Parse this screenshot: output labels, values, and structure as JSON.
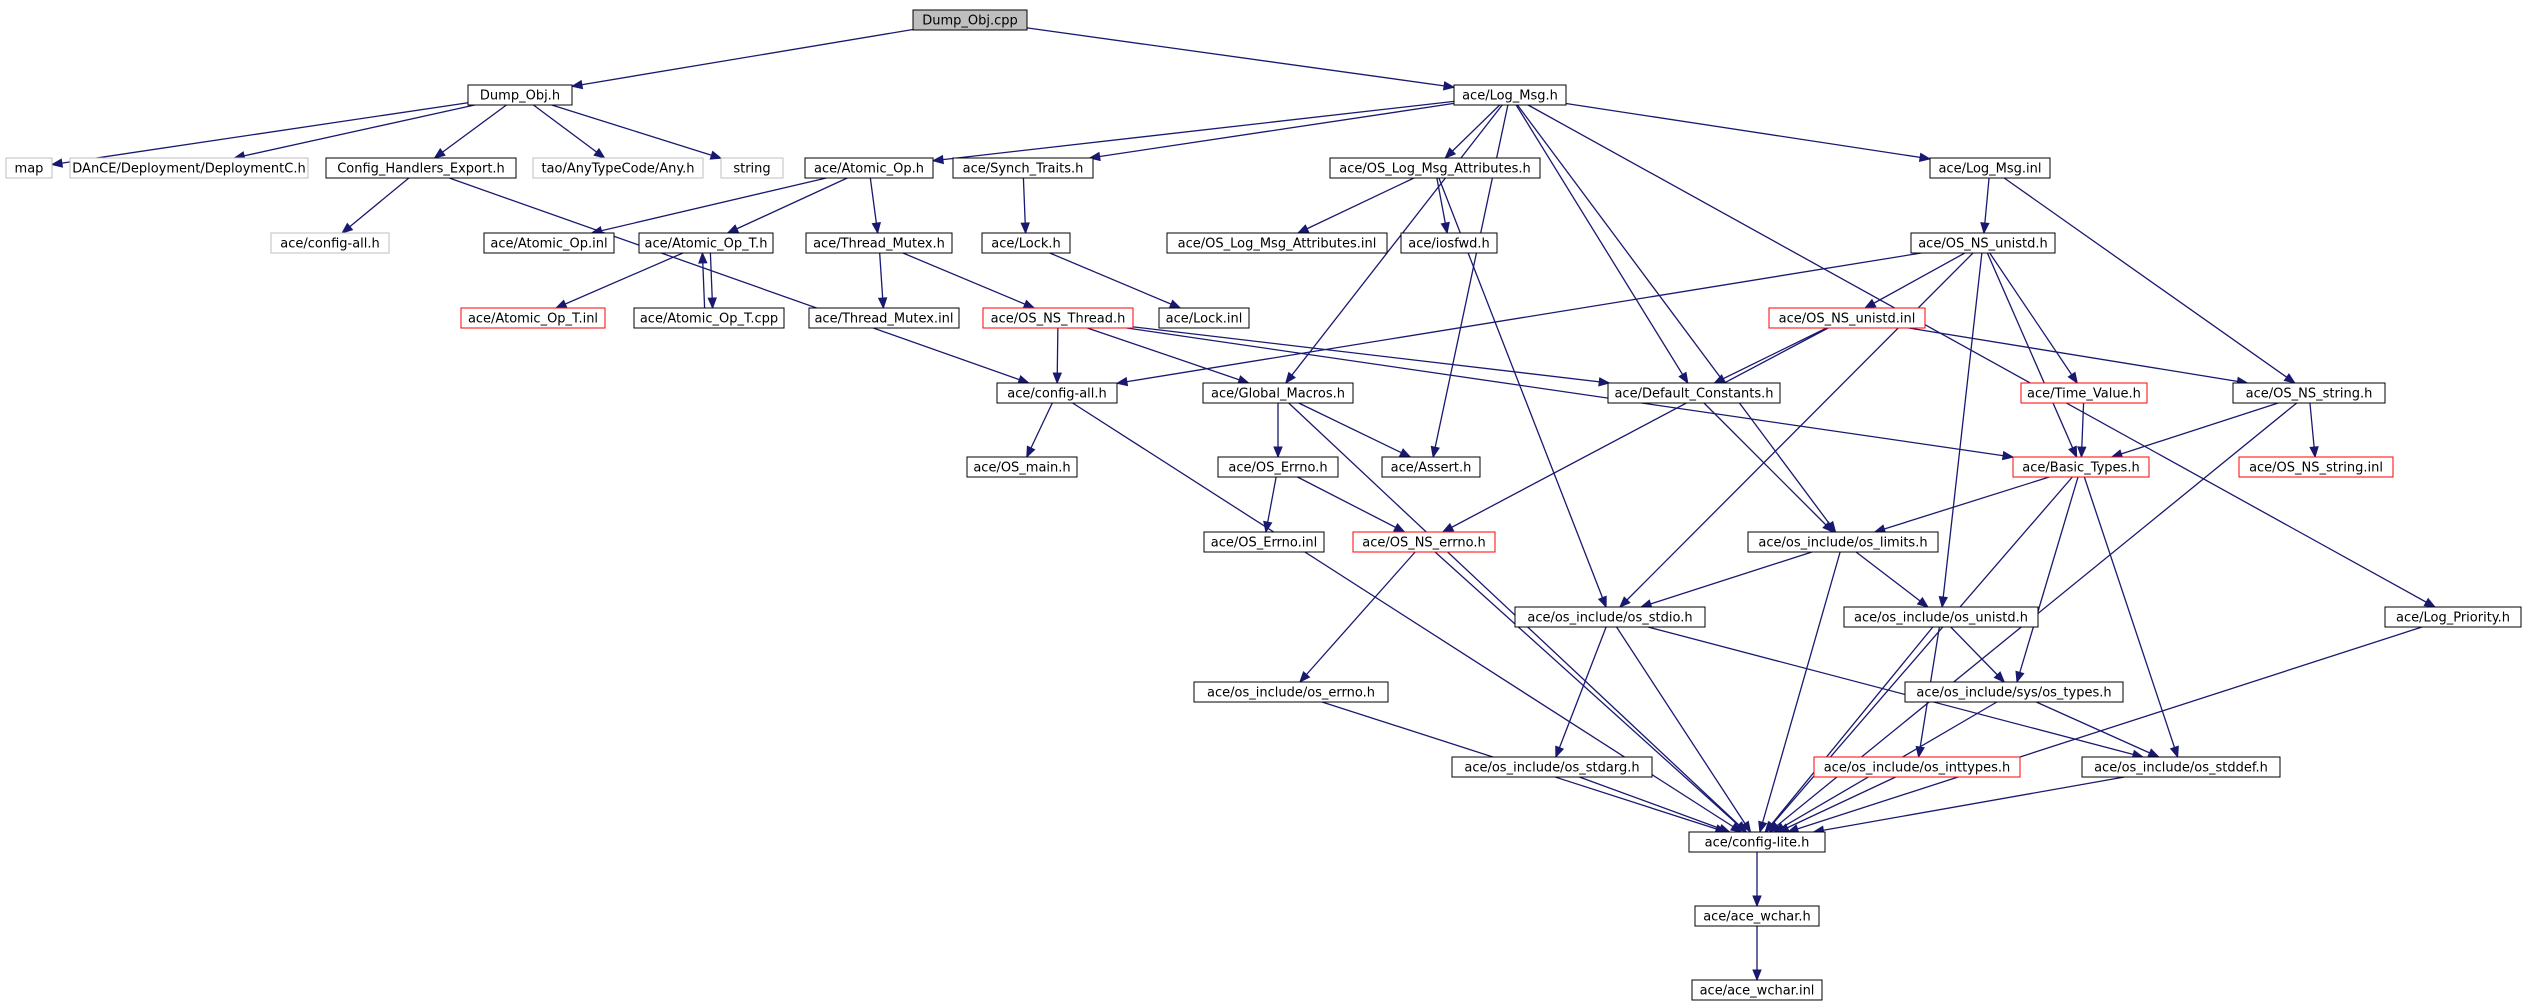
{
  "colors": {
    "edge": "#191970",
    "root_fill": "#bfbfbf",
    "normal_border": "#000000",
    "truncated_border": "#ff0000",
    "external_border": "#bfbfbf"
  },
  "nodes": [
    {
      "id": "dump_obj_cpp",
      "label": "Dump_Obj.cpp",
      "style": "root"
    },
    {
      "id": "dump_obj_h",
      "label": "Dump_Obj.h",
      "style": "normal"
    },
    {
      "id": "ace_log_msg_h",
      "label": "ace/Log_Msg.h",
      "style": "normal"
    },
    {
      "id": "map",
      "label": "map",
      "style": "external"
    },
    {
      "id": "dance_deploymentc_h",
      "label": "DAnCE/Deployment/DeploymentC.h",
      "style": "external"
    },
    {
      "id": "config_handlers_export_h",
      "label": "Config_Handlers_Export.h",
      "style": "normal"
    },
    {
      "id": "tao_anytypecode_any_h",
      "label": "tao/AnyTypeCode/Any.h",
      "style": "external"
    },
    {
      "id": "string",
      "label": "string",
      "style": "external"
    },
    {
      "id": "ace_atomic_op_h",
      "label": "ace/Atomic_Op.h",
      "style": "normal"
    },
    {
      "id": "ace_synch_traits_h",
      "label": "ace/Synch_Traits.h",
      "style": "normal"
    },
    {
      "id": "ace_os_log_msg_attributes_h",
      "label": "ace/OS_Log_Msg_Attributes.h",
      "style": "normal"
    },
    {
      "id": "ace_log_msg_inl",
      "label": "ace/Log_Msg.inl",
      "style": "normal"
    },
    {
      "id": "ace_config_all_h_ext",
      "label": "ace/config-all.h",
      "style": "external"
    },
    {
      "id": "ace_atomic_op_inl",
      "label": "ace/Atomic_Op.inl",
      "style": "normal"
    },
    {
      "id": "ace_atomic_op_t_h",
      "label": "ace/Atomic_Op_T.h",
      "style": "normal"
    },
    {
      "id": "ace_thread_mutex_h",
      "label": "ace/Thread_Mutex.h",
      "style": "normal"
    },
    {
      "id": "ace_lock_h",
      "label": "ace/Lock.h",
      "style": "normal"
    },
    {
      "id": "ace_os_log_msg_attributes_inl",
      "label": "ace/OS_Log_Msg_Attributes.inl",
      "style": "normal"
    },
    {
      "id": "ace_iosfwd_h",
      "label": "ace/iosfwd.h",
      "style": "normal"
    },
    {
      "id": "ace_os_ns_unistd_h",
      "label": "ace/OS_NS_unistd.h",
      "style": "normal"
    },
    {
      "id": "ace_atomic_op_t_inl",
      "label": "ace/Atomic_Op_T.inl",
      "style": "truncated"
    },
    {
      "id": "ace_atomic_op_t_cpp",
      "label": "ace/Atomic_Op_T.cpp",
      "style": "normal"
    },
    {
      "id": "ace_thread_mutex_inl",
      "label": "ace/Thread_Mutex.inl",
      "style": "normal"
    },
    {
      "id": "ace_os_ns_thread_h",
      "label": "ace/OS_NS_Thread.h",
      "style": "truncated"
    },
    {
      "id": "ace_lock_inl",
      "label": "ace/Lock.inl",
      "style": "normal"
    },
    {
      "id": "ace_os_ns_unistd_inl",
      "label": "ace/OS_NS_unistd.inl",
      "style": "truncated"
    },
    {
      "id": "ace_config_all_h",
      "label": "ace/config-all.h",
      "style": "normal"
    },
    {
      "id": "ace_global_macros_h",
      "label": "ace/Global_Macros.h",
      "style": "normal"
    },
    {
      "id": "ace_default_constants_h",
      "label": "ace/Default_Constants.h",
      "style": "normal"
    },
    {
      "id": "ace_time_value_h",
      "label": "ace/Time_Value.h",
      "style": "truncated"
    },
    {
      "id": "ace_os_ns_string_h",
      "label": "ace/OS_NS_string.h",
      "style": "normal"
    },
    {
      "id": "ace_os_main_h",
      "label": "ace/OS_main.h",
      "style": "normal"
    },
    {
      "id": "ace_os_errno_h",
      "label": "ace/OS_Errno.h",
      "style": "normal"
    },
    {
      "id": "ace_assert_h",
      "label": "ace/Assert.h",
      "style": "normal"
    },
    {
      "id": "ace_basic_types_h",
      "label": "ace/Basic_Types.h",
      "style": "truncated"
    },
    {
      "id": "ace_os_ns_string_inl",
      "label": "ace/OS_NS_string.inl",
      "style": "truncated"
    },
    {
      "id": "ace_os_errno_inl",
      "label": "ace/OS_Errno.inl",
      "style": "normal"
    },
    {
      "id": "ace_os_ns_errno_h",
      "label": "ace/OS_NS_errno.h",
      "style": "truncated"
    },
    {
      "id": "ace_os_include_os_limits_h",
      "label": "ace/os_include/os_limits.h",
      "style": "normal"
    },
    {
      "id": "ace_os_include_os_stdio_h",
      "label": "ace/os_include/os_stdio.h",
      "style": "normal"
    },
    {
      "id": "ace_os_include_os_unistd_h",
      "label": "ace/os_include/os_unistd.h",
      "style": "normal"
    },
    {
      "id": "ace_log_priority_h",
      "label": "ace/Log_Priority.h",
      "style": "normal"
    },
    {
      "id": "ace_os_include_os_errno_h",
      "label": "ace/os_include/os_errno.h",
      "style": "normal"
    },
    {
      "id": "ace_os_include_sys_os_types_h",
      "label": "ace/os_include/sys/os_types.h",
      "style": "normal"
    },
    {
      "id": "ace_os_include_os_stdarg_h",
      "label": "ace/os_include/os_stdarg.h",
      "style": "normal"
    },
    {
      "id": "ace_os_include_os_inttypes_h",
      "label": "ace/os_include/os_inttypes.h",
      "style": "truncated"
    },
    {
      "id": "ace_os_include_os_stddef_h",
      "label": "ace/os_include/os_stddef.h",
      "style": "normal"
    },
    {
      "id": "ace_config_lite_h",
      "label": "ace/config-lite.h",
      "style": "normal"
    },
    {
      "id": "ace_ace_wchar_h",
      "label": "ace/ace_wchar.h",
      "style": "normal"
    },
    {
      "id": "ace_ace_wchar_inl",
      "label": "ace/ace_wchar.inl",
      "style": "normal"
    }
  ],
  "edges": [
    [
      "dump_obj_cpp",
      "dump_obj_h"
    ],
    [
      "dump_obj_cpp",
      "ace_log_msg_h"
    ],
    [
      "dump_obj_h",
      "map"
    ],
    [
      "dump_obj_h",
      "dance_deploymentc_h"
    ],
    [
      "dump_obj_h",
      "config_handlers_export_h"
    ],
    [
      "dump_obj_h",
      "tao_anytypecode_any_h"
    ],
    [
      "dump_obj_h",
      "string"
    ],
    [
      "config_handlers_export_h",
      "ace_config_all_h_ext"
    ],
    [
      "config_handlers_export_h",
      "ace_config_all_h"
    ],
    [
      "ace_log_msg_h",
      "ace_atomic_op_h"
    ],
    [
      "ace_log_msg_h",
      "ace_synch_traits_h"
    ],
    [
      "ace_log_msg_h",
      "ace_os_log_msg_attributes_h"
    ],
    [
      "ace_log_msg_h",
      "ace_log_msg_inl"
    ],
    [
      "ace_log_msg_h",
      "ace_global_macros_h"
    ],
    [
      "ace_log_msg_h",
      "ace_assert_h"
    ],
    [
      "ace_log_msg_h",
      "ace_default_constants_h"
    ],
    [
      "ace_log_msg_h",
      "ace_os_include_os_limits_h"
    ],
    [
      "ace_log_msg_h",
      "ace_log_priority_h"
    ],
    [
      "ace_atomic_op_h",
      "ace_atomic_op_inl"
    ],
    [
      "ace_atomic_op_h",
      "ace_atomic_op_t_h"
    ],
    [
      "ace_atomic_op_h",
      "ace_thread_mutex_h"
    ],
    [
      "ace_atomic_op_t_h",
      "ace_atomic_op_t_inl"
    ],
    [
      "ace_atomic_op_t_h",
      "ace_atomic_op_t_cpp"
    ],
    [
      "ace_atomic_op_t_cpp",
      "ace_atomic_op_t_h"
    ],
    [
      "ace_thread_mutex_h",
      "ace_thread_mutex_inl"
    ],
    [
      "ace_thread_mutex_h",
      "ace_os_ns_thread_h"
    ],
    [
      "ace_synch_traits_h",
      "ace_lock_h"
    ],
    [
      "ace_lock_h",
      "ace_lock_inl"
    ],
    [
      "ace_os_log_msg_attributes_h",
      "ace_os_log_msg_attributes_inl"
    ],
    [
      "ace_os_log_msg_attributes_h",
      "ace_iosfwd_h"
    ],
    [
      "ace_os_log_msg_attributes_h",
      "ace_os_include_os_stdio_h"
    ],
    [
      "ace_log_msg_inl",
      "ace_os_ns_unistd_h"
    ],
    [
      "ace_log_msg_inl",
      "ace_os_ns_string_h"
    ],
    [
      "ace_os_ns_unistd_h",
      "ace_config_all_h"
    ],
    [
      "ace_os_ns_unistd_h",
      "ace_os_ns_unistd_inl"
    ],
    [
      "ace_os_ns_unistd_h",
      "ace_time_value_h"
    ],
    [
      "ace_os_ns_unistd_h",
      "ace_basic_types_h"
    ],
    [
      "ace_os_ns_unistd_h",
      "ace_os_include_os_stdio_h"
    ],
    [
      "ace_os_ns_unistd_h",
      "ace_os_include_os_unistd_h"
    ],
    [
      "ace_os_ns_unistd_inl",
      "ace_default_constants_h"
    ],
    [
      "ace_os_ns_unistd_inl",
      "ace_os_ns_string_h"
    ],
    [
      "ace_os_ns_unistd_inl",
      "ace_os_ns_errno_h"
    ],
    [
      "ace_os_ns_thread_h",
      "ace_config_all_h"
    ],
    [
      "ace_os_ns_thread_h",
      "ace_global_macros_h"
    ],
    [
      "ace_os_ns_thread_h",
      "ace_default_constants_h"
    ],
    [
      "ace_os_ns_thread_h",
      "ace_basic_types_h"
    ],
    [
      "ace_config_all_h",
      "ace_os_main_h"
    ],
    [
      "ace_config_all_h",
      "ace_config_lite_h"
    ],
    [
      "ace_global_macros_h",
      "ace_os_errno_h"
    ],
    [
      "ace_global_macros_h",
      "ace_assert_h"
    ],
    [
      "ace_global_macros_h",
      "ace_config_lite_h"
    ],
    [
      "ace_os_errno_h",
      "ace_os_errno_inl"
    ],
    [
      "ace_os_errno_h",
      "ace_os_ns_errno_h"
    ],
    [
      "ace_os_ns_errno_h",
      "ace_os_include_os_errno_h"
    ],
    [
      "ace_os_ns_errno_h",
      "ace_config_lite_h"
    ],
    [
      "ace_default_constants_h",
      "ace_os_include_os_limits_h"
    ],
    [
      "ace_time_value_h",
      "ace_basic_types_h"
    ],
    [
      "ace_os_ns_string_h",
      "ace_basic_types_h"
    ],
    [
      "ace_os_ns_string_h",
      "ace_os_ns_string_inl"
    ],
    [
      "ace_os_ns_string_h",
      "ace_config_lite_h"
    ],
    [
      "ace_basic_types_h",
      "ace_os_include_os_limits_h"
    ],
    [
      "ace_basic_types_h",
      "ace_os_include_sys_os_types_h"
    ],
    [
      "ace_basic_types_h",
      "ace_os_include_os_stddef_h"
    ],
    [
      "ace_basic_types_h",
      "ace_config_lite_h"
    ],
    [
      "ace_os_include_os_limits_h",
      "ace_os_include_os_stdio_h"
    ],
    [
      "ace_os_include_os_limits_h",
      "ace_os_include_os_unistd_h"
    ],
    [
      "ace_os_include_os_limits_h",
      "ace_config_lite_h"
    ],
    [
      "ace_os_include_os_stdio_h",
      "ace_os_include_os_stdarg_h"
    ],
    [
      "ace_os_include_os_stdio_h",
      "ace_os_include_os_stddef_h"
    ],
    [
      "ace_os_include_os_stdio_h",
      "ace_config_lite_h"
    ],
    [
      "ace_os_include_os_unistd_h",
      "ace_os_include_sys_os_types_h"
    ],
    [
      "ace_os_include_os_unistd_h",
      "ace_os_include_os_inttypes_h"
    ],
    [
      "ace_os_include_os_unistd_h",
      "ace_config_lite_h"
    ],
    [
      "ace_os_include_os_errno_h",
      "ace_config_lite_h"
    ],
    [
      "ace_os_include_sys_os_types_h",
      "ace_os_include_os_stddef_h"
    ],
    [
      "ace_os_include_sys_os_types_h",
      "ace_config_lite_h"
    ],
    [
      "ace_os_include_os_stdarg_h",
      "ace_config_lite_h"
    ],
    [
      "ace_os_include_os_inttypes_h",
      "ace_config_lite_h"
    ],
    [
      "ace_os_include_os_stddef_h",
      "ace_config_lite_h"
    ],
    [
      "ace_log_priority_h",
      "ace_config_lite_h"
    ],
    [
      "ace_config_lite_h",
      "ace_ace_wchar_h"
    ],
    [
      "ace_ace_wchar_h",
      "ace_ace_wchar_inl"
    ]
  ]
}
